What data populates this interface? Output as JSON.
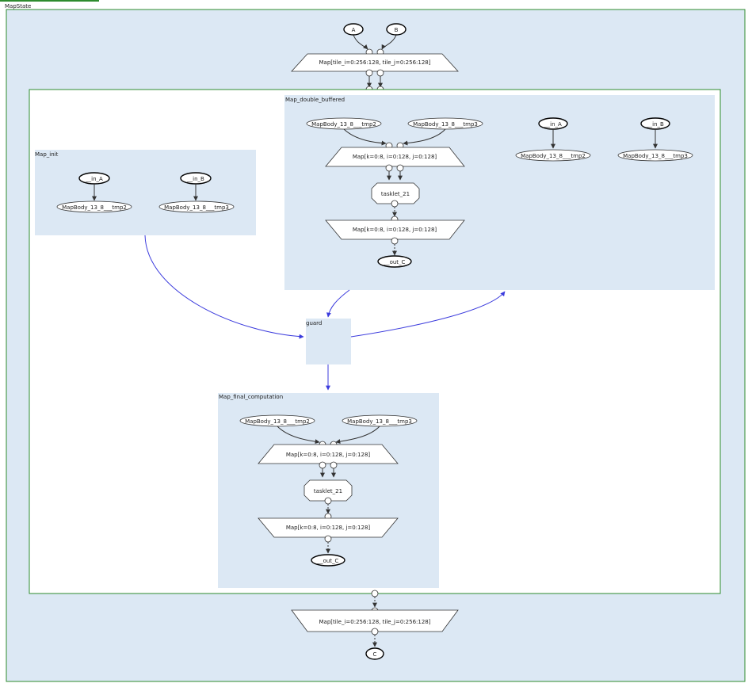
{
  "state": {
    "label": "MapState"
  },
  "outer_top": {
    "input_a": "A",
    "input_b": "B",
    "entry": "Map[tile_i=0:256:128, tile_j=0:256:128]"
  },
  "outer_bottom": {
    "exit": "Map[tile_i=0:256:128, tile_j=0:256:128]",
    "output": "C"
  },
  "map_init": {
    "label": "Map_init",
    "in_a": "__in_A",
    "in_b": "__in_B",
    "tmp2": "MapBody_13_8___tmp2",
    "tmp3": "MapBody_13_8___tmp3"
  },
  "map_double_buffered": {
    "label": "Map_double_buffered",
    "src_tmp2": "MapBody_13_8___tmp2",
    "src_tmp3": "MapBody_13_8___tmp3",
    "entry": "Map[k=0:8, i=0:128, j=0:128]",
    "tasklet": "tasklet_21",
    "exit": "Map[k=0:8, i=0:128, j=0:128]",
    "out": "__out_C",
    "in_a": "__in_A",
    "in_b": "__in_B",
    "dst_tmp2": "MapBody_13_8___tmp2",
    "dst_tmp3": "MapBody_13_8___tmp3"
  },
  "guard": {
    "label": "guard"
  },
  "map_final_computation": {
    "label": "Map_final_computation",
    "src_tmp2": "MapBody_13_8___tmp2",
    "src_tmp3": "MapBody_13_8___tmp3",
    "entry": "Map[k=0:8, i=0:128, j=0:128]",
    "tasklet": "tasklet_21",
    "exit": "Map[k=0:8, i=0:128, j=0:128]",
    "out": "__out_C"
  },
  "colors": {
    "region": "#dce8f4",
    "border": "#2e8b2e",
    "interstate_edge": "#3b3bdd"
  }
}
